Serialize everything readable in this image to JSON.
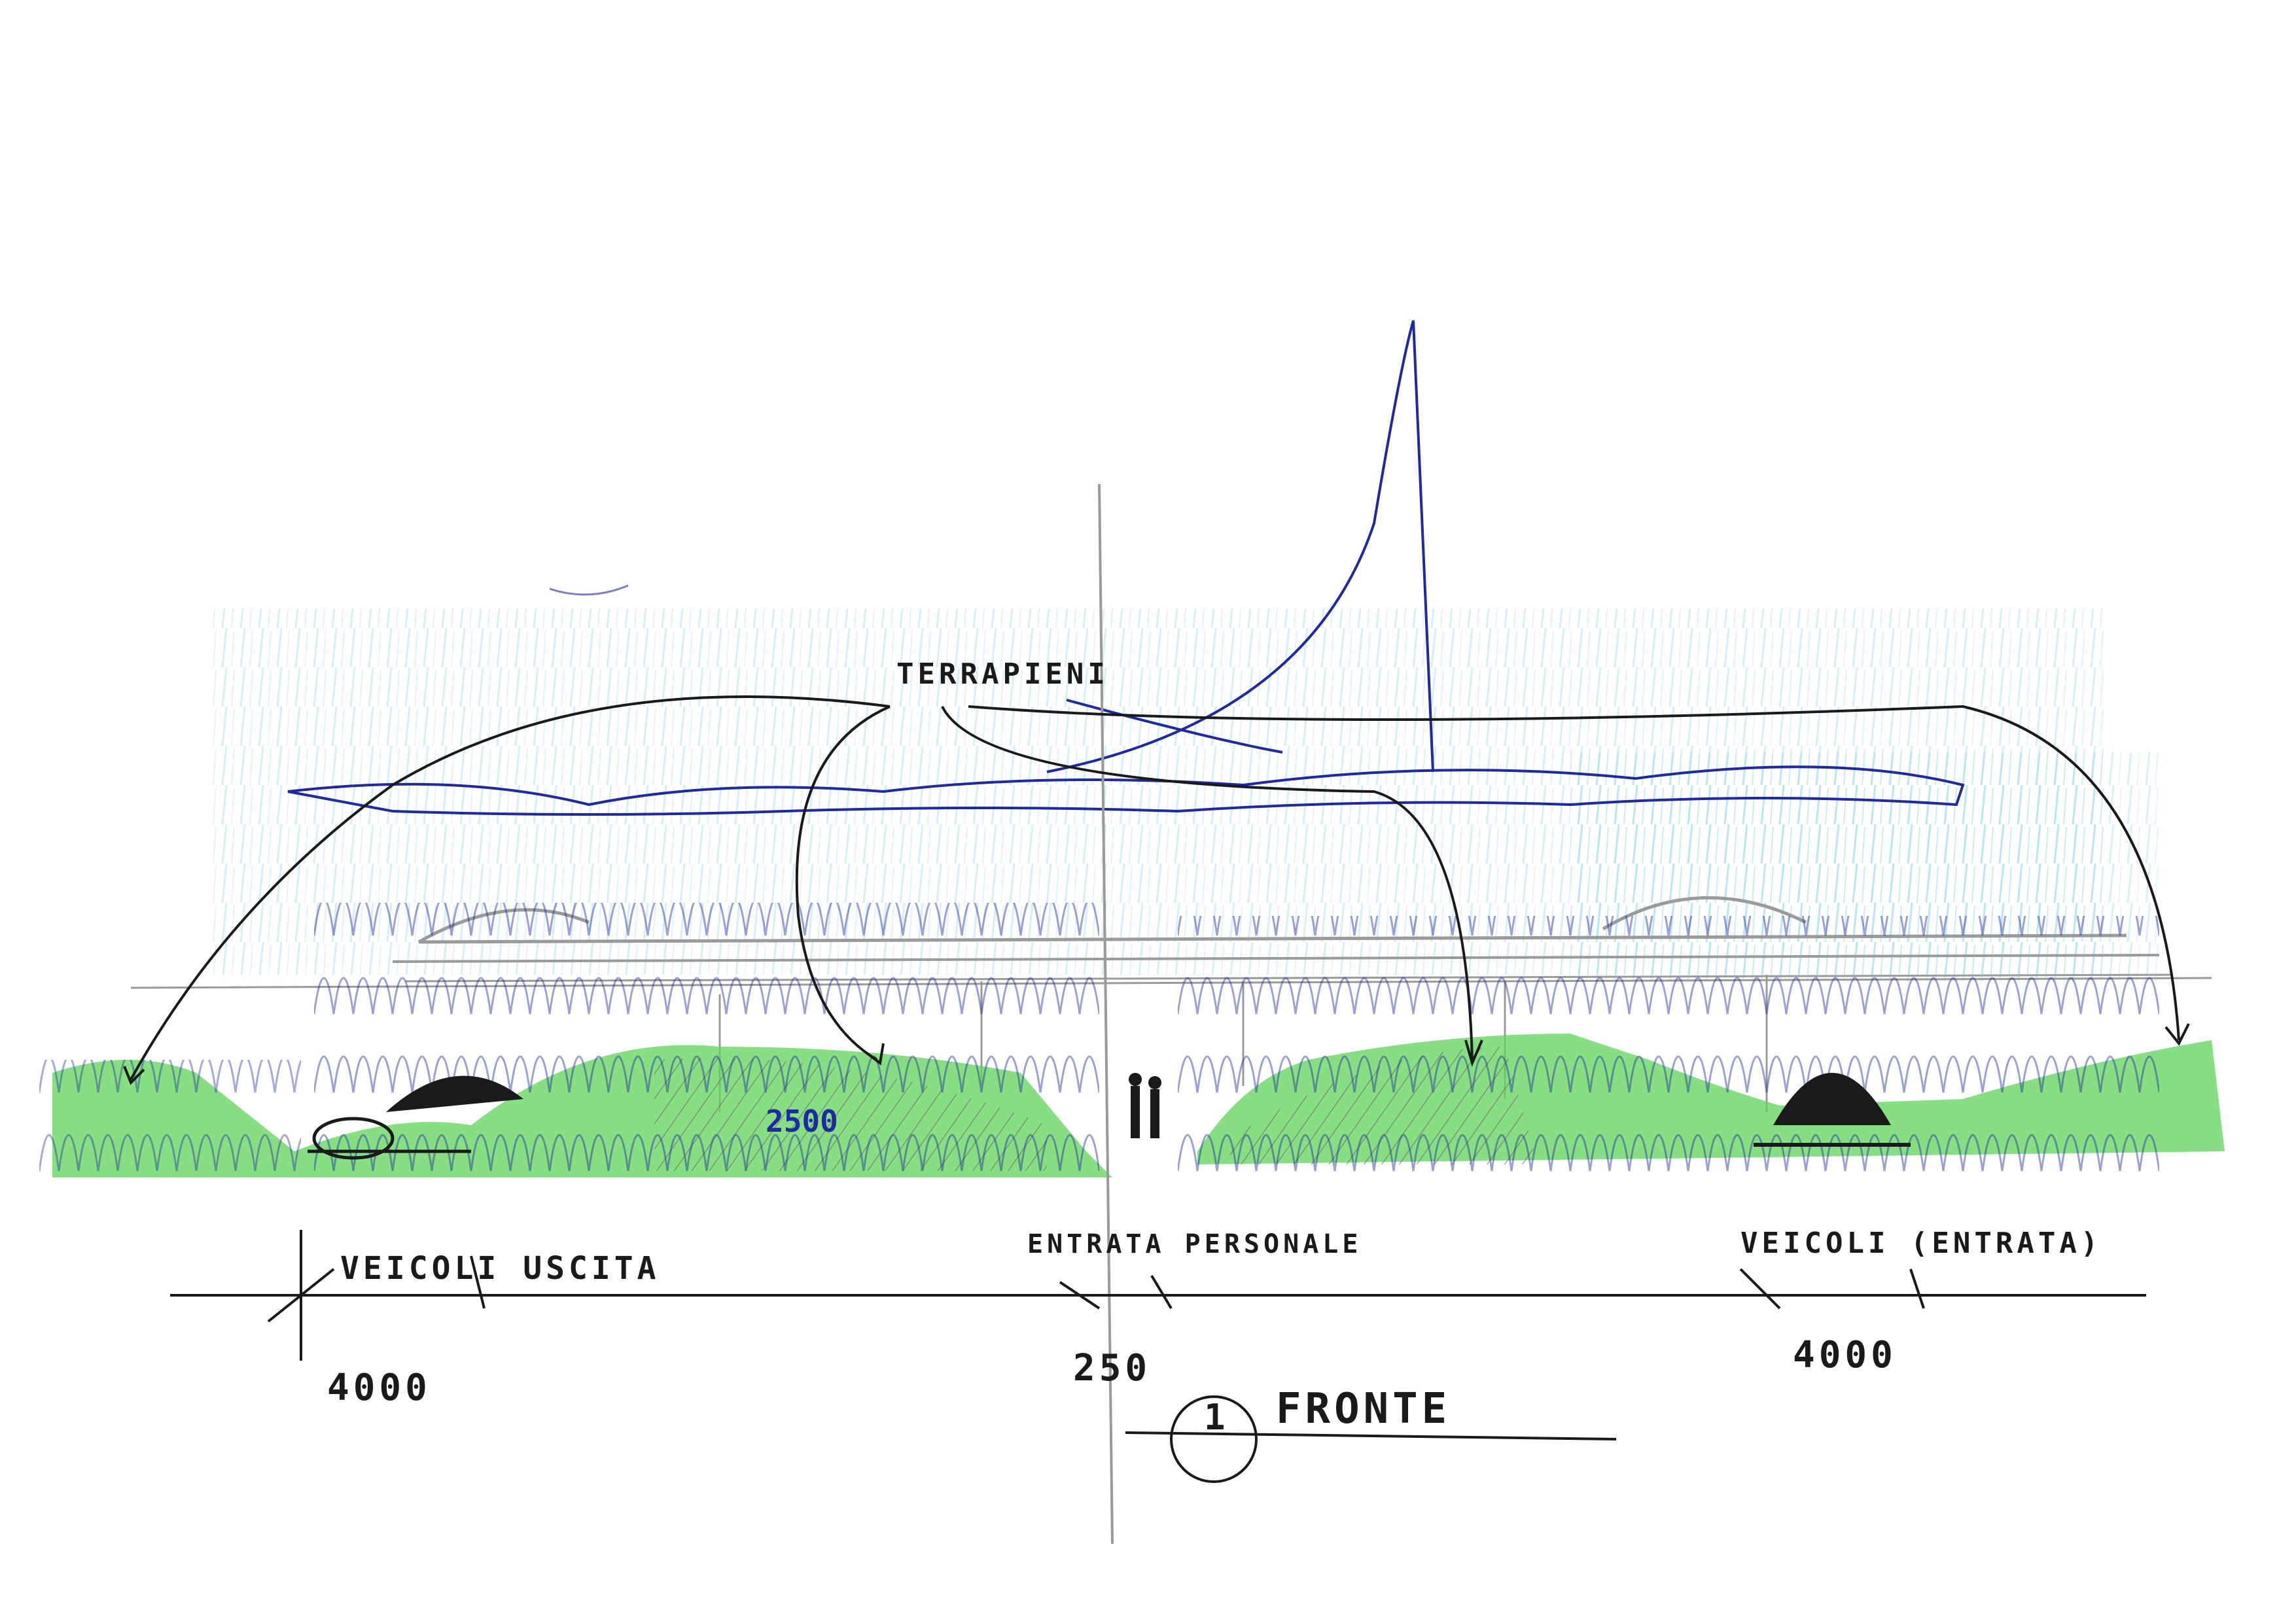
{
  "labels": {
    "terrapieni": "TERRAPIENI",
    "veicoli_uscita": "VEICOLI USCITA",
    "entrata_persone": "ENTRATA PERSONALE",
    "veicoli_entrata": "VEICOLI (ENTRATA)",
    "dim_left": "4000",
    "dim_center": "250",
    "dim_right": "4000",
    "dim_mound": "2500",
    "view_number": "1",
    "view_title": "FRONTE"
  },
  "colors": {
    "ink_black": "#1a1a1a",
    "ink_blue": "#1e2a9e",
    "grass_green": "#5fd35a",
    "sky_cyan": "#8fd6ea",
    "pencil_grey": "#9a9a9a"
  }
}
